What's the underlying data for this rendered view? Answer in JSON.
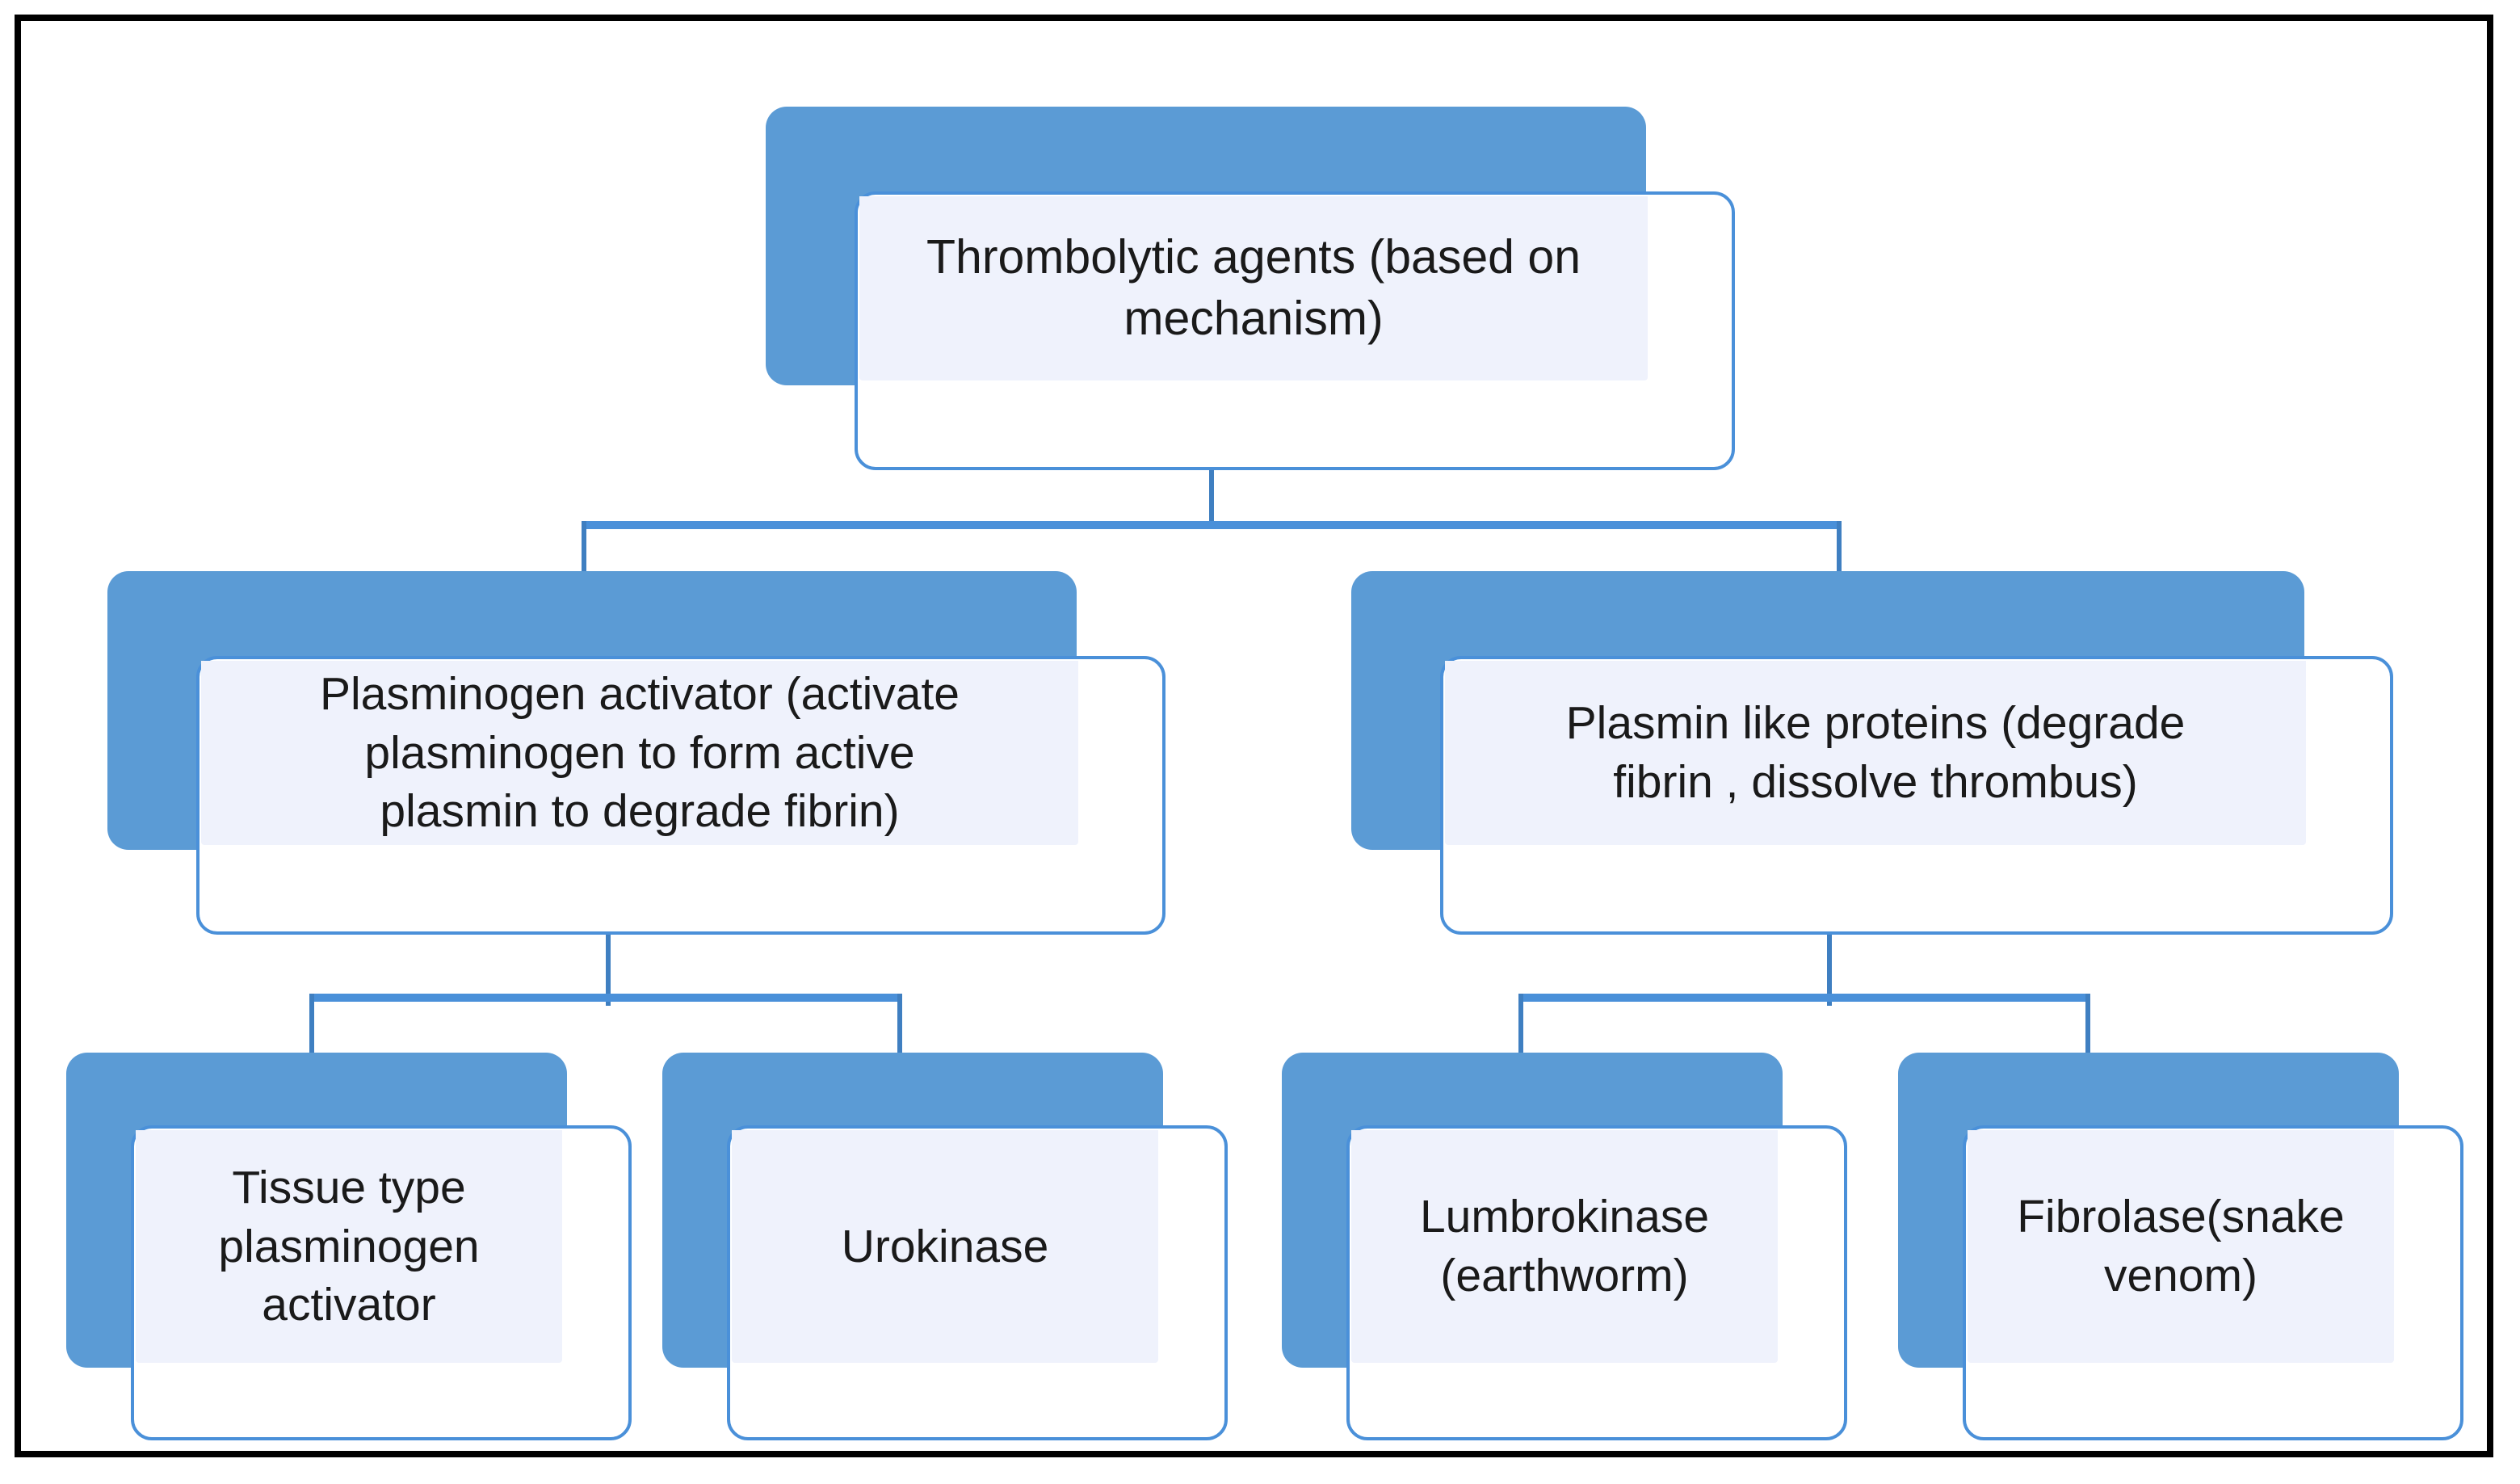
{
  "diagram": {
    "type": "hierarchy-tree",
    "title_node": "Thrombolytic agents (based on mechanism)",
    "levels": 3,
    "colors": {
      "shadow_blue": "#5b9bd5",
      "card_border_blue": "#4a90d9",
      "card_fill_light": "#eff2fc",
      "card_background": "#ffffff",
      "connector_blue": "#4a90d9",
      "text": "#1a1a1a",
      "frame": "#000000",
      "page_background": "#ffffff"
    },
    "nodes": {
      "root": {
        "label": "Thrombolytic agents (based on\nmechanism)"
      },
      "level2": [
        {
          "label": "Plasminogen activator (activate\nplasminogen to form active\nplasmin to degrade fibrin)"
        },
        {
          "label": "Plasmin like proteins (degrade\nfibrin , dissolve thrombus)"
        }
      ],
      "level3": [
        {
          "label": "Tissue type\nplasminogen\nactivator"
        },
        {
          "label": "Urokinase"
        },
        {
          "label": "Lumbrokinase\n(earthworm)"
        },
        {
          "label": "Fibrolase(snake\nvenom)"
        }
      ]
    },
    "edges": [
      {
        "from": "root",
        "to": "Plasminogen activator (activate plasminogen to form active plasmin to degrade fibrin)"
      },
      {
        "from": "root",
        "to": "Plasmin like proteins (degrade fibrin , dissolve thrombus)"
      },
      {
        "from": "Plasminogen activator (activate plasminogen to form active plasmin to degrade fibrin)",
        "to": "Tissue type plasminogen activator"
      },
      {
        "from": "Plasminogen activator (activate plasminogen to form active plasmin to degrade fibrin)",
        "to": "Urokinase"
      },
      {
        "from": "Plasmin like proteins (degrade fibrin , dissolve thrombus)",
        "to": "Lumbrokinase (earthworm)"
      },
      {
        "from": "Plasmin like proteins (degrade fibrin , dissolve thrombus)",
        "to": "Fibrolase(snake venom)"
      }
    ]
  }
}
